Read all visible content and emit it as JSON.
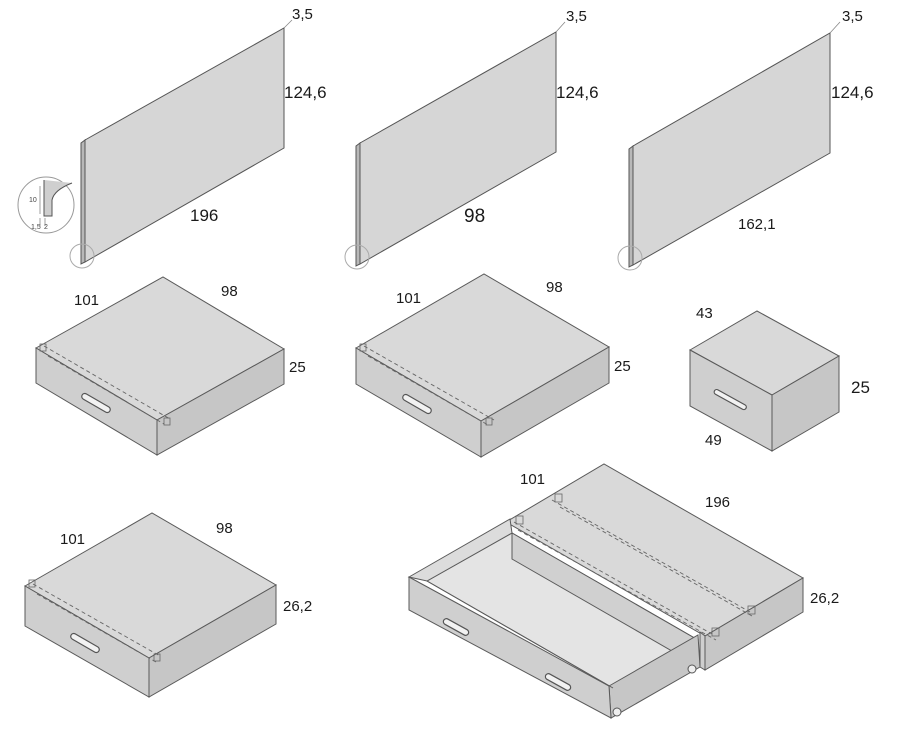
{
  "panels": [
    {
      "thickness": "3,5",
      "height": "124,6",
      "width": "196"
    },
    {
      "thickness": "3,5",
      "height": "124,6",
      "width": "98"
    },
    {
      "thickness": "3,5",
      "height": "124,6",
      "width": "162,1"
    }
  ],
  "edge_detail": {
    "height": "10",
    "bevel": "1,5",
    "offset": "2"
  },
  "drawers": [
    {
      "depth": "101",
      "width": "98",
      "height": "25"
    },
    {
      "depth": "101",
      "width": "98",
      "height": "25"
    },
    {
      "depth": "101",
      "width": "98",
      "height": "26,2"
    }
  ],
  "nightstand": {
    "depth": "43",
    "width": "49",
    "height": "25"
  },
  "bed_drawer": {
    "depth": "101",
    "width": "196",
    "height": "26,2"
  }
}
